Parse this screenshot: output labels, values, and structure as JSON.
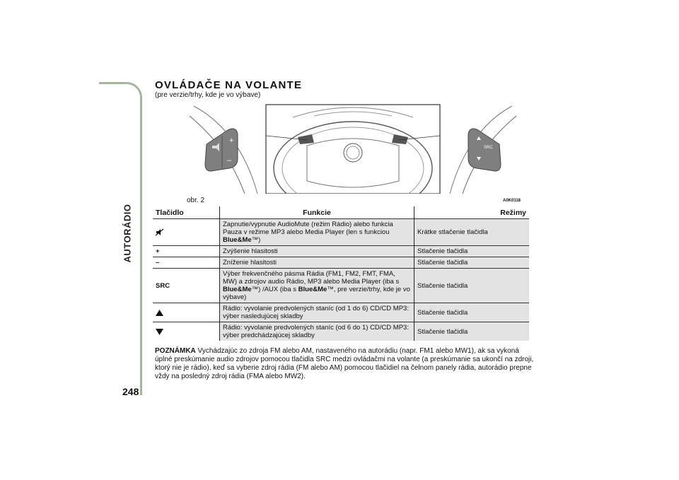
{
  "section": {
    "side_label": "AUTORÁDIO",
    "page_number": "248"
  },
  "header": {
    "title": "OVLÁDAČE NA VOLANTE",
    "subtitle": "(pre verzie/trhy, kde je vo výbave)"
  },
  "figure": {
    "label": "obr. 2",
    "code": "A0K0118",
    "left_pod": {
      "plus": "+",
      "minus": "–"
    },
    "right_pod": {
      "src": "SRC"
    }
  },
  "table": {
    "headers": [
      "Tlačidlo",
      "Funkcie",
      "Režimy"
    ],
    "rows": [
      {
        "button": "",
        "icon": "mute-icon",
        "function_parts": [
          "Zapnutie/vypnutie AudioMute (režim Rádio) alebo funkcia Pauza v režime MP3 alebo Media Player (len s funkciou ",
          "Blue&Me",
          "™)"
        ],
        "mode": "Krátke stlačenie tlačidla"
      },
      {
        "button": "+",
        "icon": "",
        "function_parts": [
          "Zvýšenie hlasitosti"
        ],
        "mode": "Stlačenie tlačidla"
      },
      {
        "button": "–",
        "icon": "",
        "function_parts": [
          "Zníženie hlasitosti"
        ],
        "mode": "Stlačenie tlačidla"
      },
      {
        "button": "SRC",
        "icon": "",
        "function_parts": [
          "Výber frekvenčného pásma Rádia (FM1, FM2, FMT, FMA, MW) a zdrojov audio Rádio, MP3 alebo Media Player (iba s ",
          "Blue&Me",
          "™) /AUX (iba s ",
          "Blue&Me",
          "™, pre verzie/trhy, kde je vo výbave)"
        ],
        "mode": "Stlačenie tlačidla"
      },
      {
        "button": "",
        "icon": "triangle-up-icon",
        "function_parts": [
          "Rádio: vyvolanie predvolených staníc (od 1 do 6) CD/CD MP3: výber nasledujúcej skladby"
        ],
        "mode": "Stlačenie tlačidla"
      },
      {
        "button": "",
        "icon": "triangle-down-icon",
        "function_parts": [
          "Rádio: vyvolanie predvolených staníc (od 6 do 1) CD/CD MP3: výber predchádzajúcej skladby"
        ],
        "mode": "Stlačenie tlačidla"
      }
    ]
  },
  "note": {
    "label": "POZNÁMKA",
    "text": " Vychádzajúc zo zdroja FM alebo AM, nastaveného na autorádiu (napr. FM1 alebo MW1), ak sa vykoná úplné preskúmanie audio zdrojov pomocou tlačidla SRC medzi ovládačmi na volante (a preskúmanie sa ukončí na zdroji, ktorý nie je rádio), keď sa vyberie zdroj rádia (FM alebo AM) pomocou tlačidiel na čelnom panely rádia, autorádio prepne vždy na posledný zdroj rádia (FMA alebo MW2)."
  }
}
